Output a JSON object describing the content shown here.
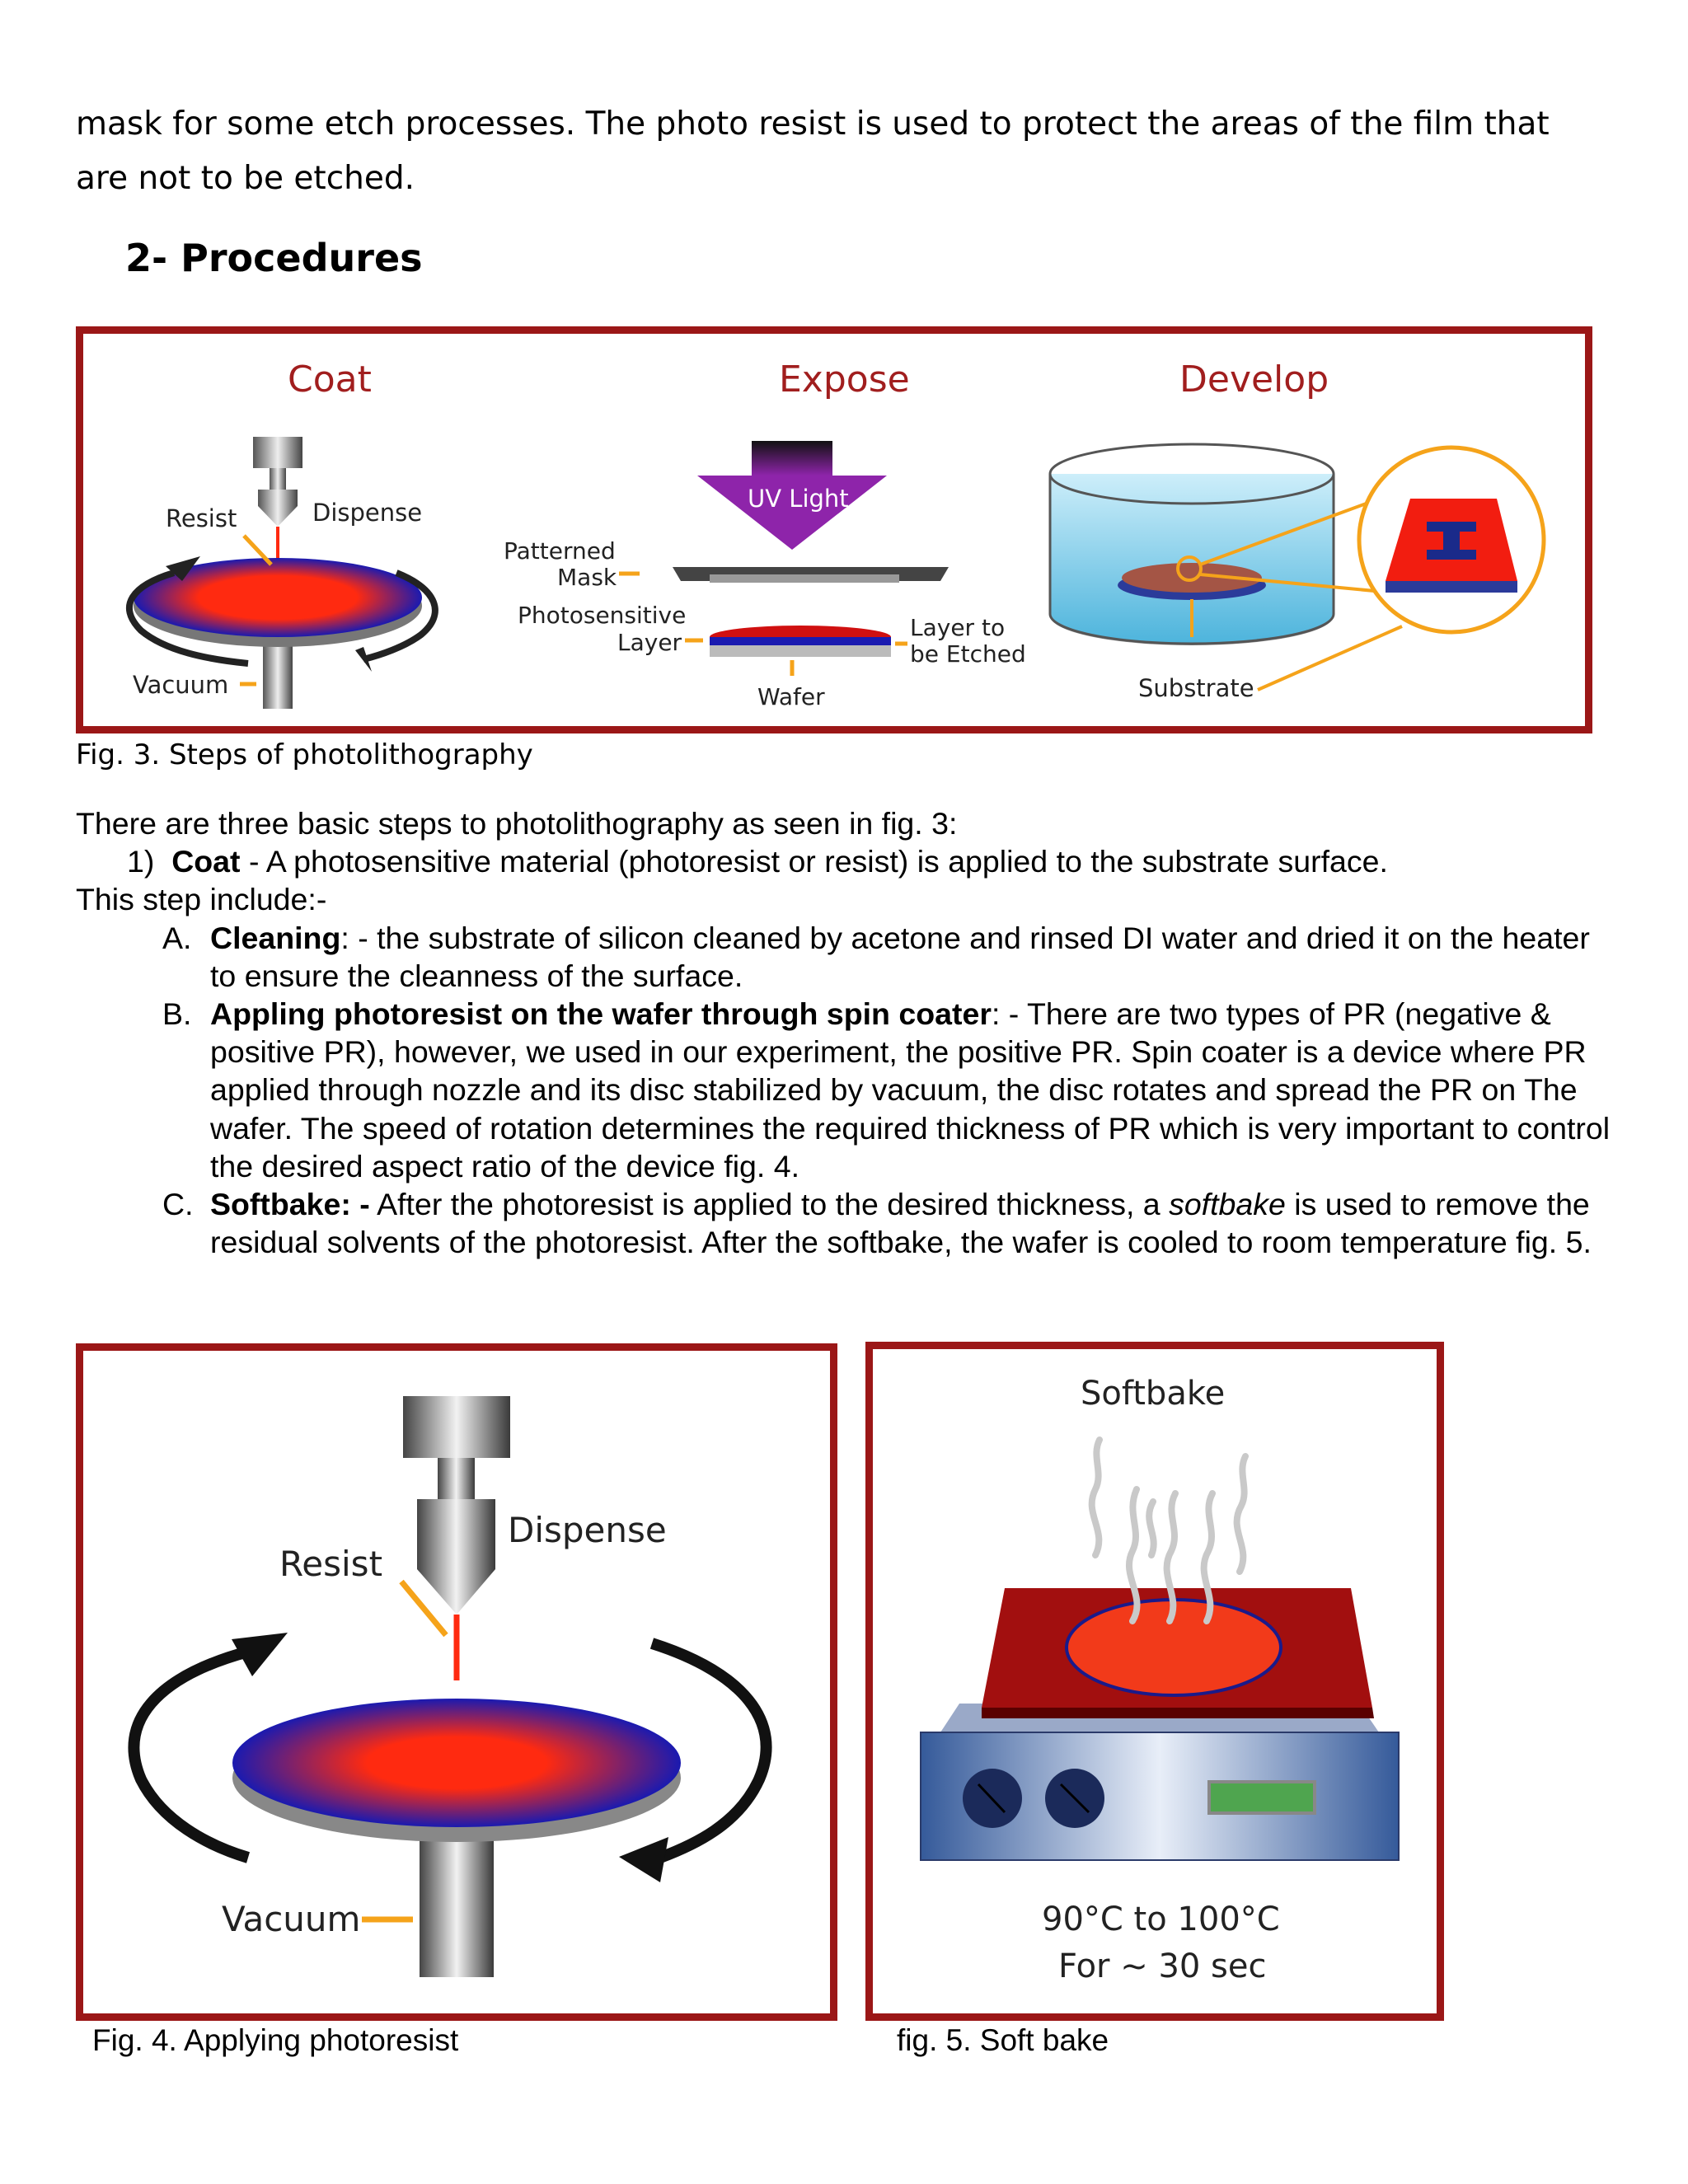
{
  "intro_text": "mask for some etch processes. The photo resist is used to protect the areas of the film that are not to be etched.",
  "section_heading": "2- Procedures",
  "fig3": {
    "steps": [
      "Coat",
      "Expose",
      "Develop"
    ],
    "coat_labels": {
      "resist": "Resist",
      "dispense": "Dispense",
      "vacuum": "Vacuum"
    },
    "expose_labels": {
      "uv_light": "UV Light",
      "patterned": "Patterned",
      "mask": "Mask",
      "photosensitive": "Photosensitive",
      "layer": "Layer",
      "layer_to": "Layer to",
      "be_etched": "be Etched",
      "wafer": "Wafer"
    },
    "develop_labels": {
      "substrate": "Substrate"
    },
    "caption": "Fig. 3. Steps of photolithography"
  },
  "body": {
    "lead": "There are three basic steps to photolithography as seen in fig. 3:",
    "item1_num": "1)",
    "item1_bold": "Coat",
    "item1_text": " - A photosensitive material (photoresist or resist) is applied to the substrate surface.",
    "include": "This step include:-",
    "a_letter": "A.",
    "a_bold": "Cleaning",
    "a_text": ": - the substrate of silicon cleaned by acetone and rinsed DI water and dried it on the heater to ensure the cleanness of the surface.",
    "b_letter": "B.",
    "b_bold": "Appling photoresist on the wafer through spin coater",
    "b_text": ": - There are two types of PR (negative & positive PR), however, we used in our experiment, the positive PR. Spin coater is a device where PR applied through nozzle and its disc stabilized by vacuum, the disc rotates and spread the PR on The wafer. The speed of rotation determines the required thickness of PR which is very important to control the desired aspect ratio of the device fig. 4.",
    "c_letter": "C.",
    "c_bold": "Softbake: -",
    "c_text1": " After the photoresist is applied to the desired thickness, a ",
    "c_italic": "softbake",
    "c_text2": " is used to remove the residual solvents of the photoresist. After the softbake, the wafer is cooled to room temperature fig. 5."
  },
  "fig4": {
    "resist": "Resist",
    "dispense": "Dispense",
    "vacuum": "Vacuum",
    "caption": "Fig. 4. Applying photoresist"
  },
  "fig5": {
    "title": "Softbake",
    "temp": "90°C to 100°C",
    "time": "For ~ 30 sec",
    "caption": "fig. 5. Soft bake"
  },
  "colors": {
    "frame": "#9b1717",
    "label_red": "#a11e1e",
    "wafer_blue": "#1a1ab0",
    "resist_red": "#ff2a10",
    "arrow_orange": "#f5a31a",
    "uv_purple": "#7b1fa2"
  }
}
